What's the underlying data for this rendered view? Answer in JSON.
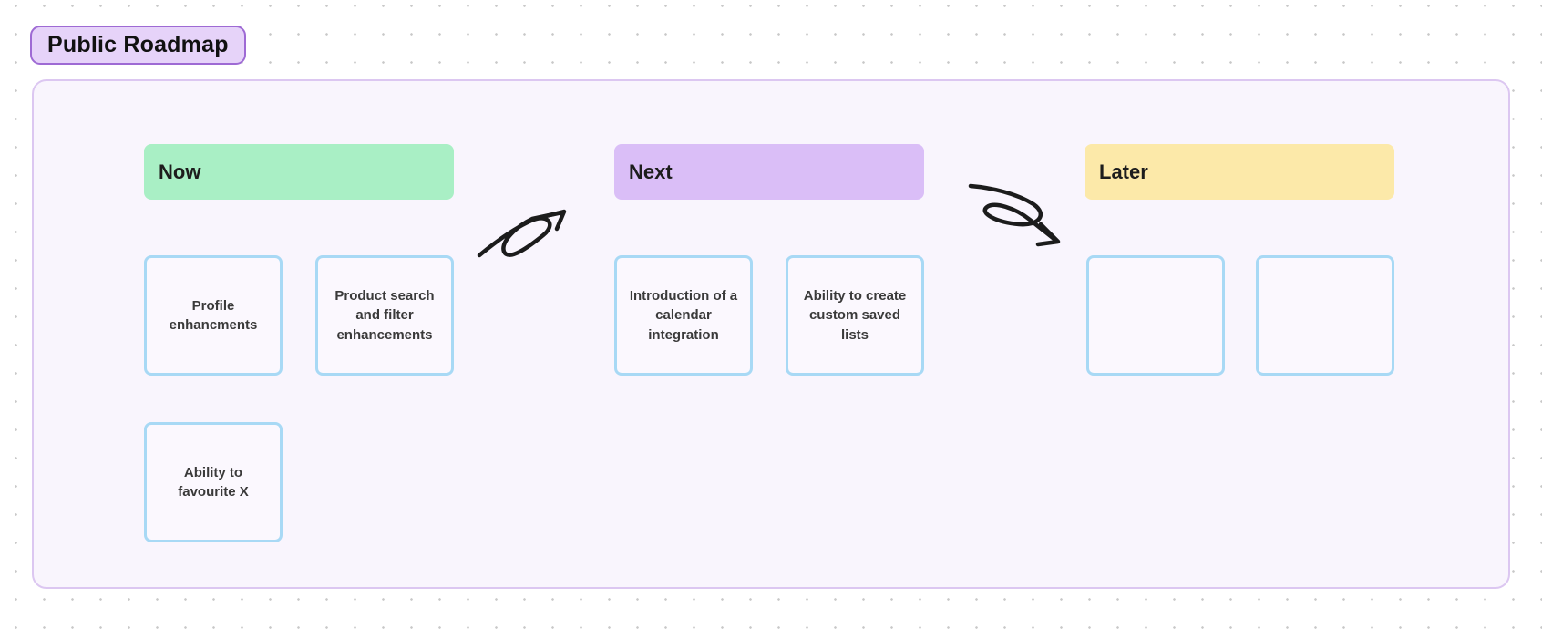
{
  "frame": {
    "title": "Public Roadmap"
  },
  "board": {
    "columns": [
      {
        "label": "Now",
        "header_color": "#a9efc5",
        "cards": [
          {
            "text": "Profile enhancments"
          },
          {
            "text": "Product search and filter enhancements"
          },
          {
            "text": "Ability to favourite X"
          }
        ]
      },
      {
        "label": "Next",
        "header_color": "#dabef7",
        "cards": [
          {
            "text": "Introduction of a calendar integration"
          },
          {
            "text": "Ability to create custom saved lists"
          }
        ]
      },
      {
        "label": "Later",
        "header_color": "#fce9a9",
        "cards": [
          {
            "text": ""
          },
          {
            "text": ""
          }
        ]
      }
    ]
  },
  "arrows": [
    {
      "icon": "squiggle-arrow-icon",
      "from": "Now",
      "to": "Next",
      "direction": "up-right"
    },
    {
      "icon": "squiggle-arrow-icon",
      "from": "Next",
      "to": "Later",
      "direction": "down-right"
    }
  ],
  "colors": {
    "canvas_background": "#ffffff",
    "grid_dot": "#c8c8c8",
    "frame_fill": "#f9f5fd",
    "frame_border": "#dcc7f1",
    "label_fill": "#e6d3f9",
    "label_border": "#9e6ad4",
    "now_header": "#a9efc5",
    "next_header": "#dabef7",
    "later_header": "#fce9a9",
    "card_fill": "#fbf8fe",
    "card_border": "#a8d9f5",
    "arrow_stroke": "#1c1c1c"
  }
}
